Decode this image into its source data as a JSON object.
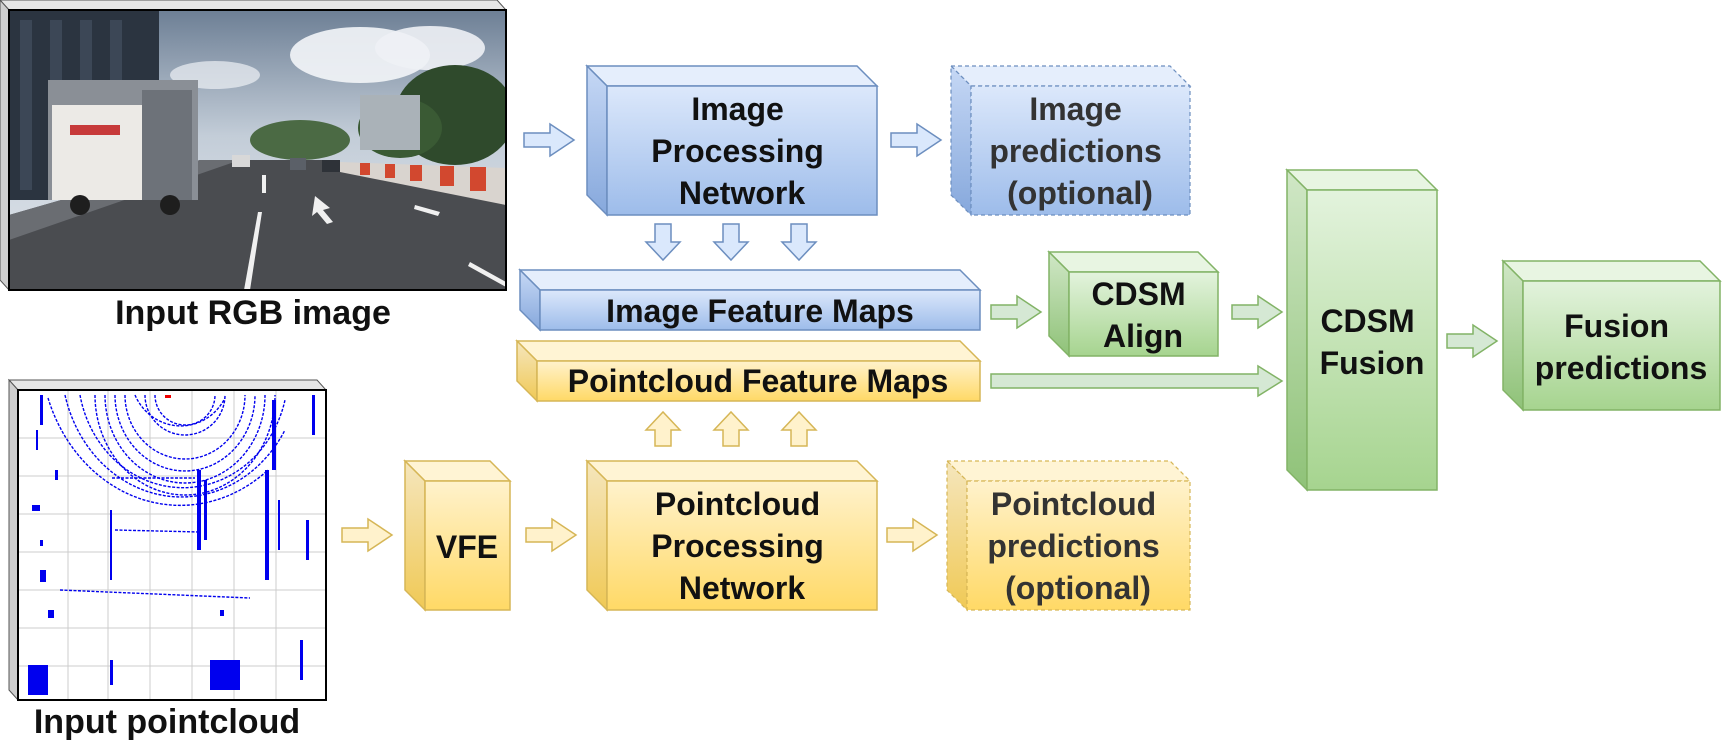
{
  "inputs": {
    "rgb_label": "Input RGB image",
    "pointcloud_label": "Input pointcloud"
  },
  "blocks": {
    "image_network": [
      "Image",
      "Processing",
      "Network"
    ],
    "image_predictions": [
      "Image",
      "predictions",
      "(optional)"
    ],
    "image_feature_maps": "Image Feature Maps",
    "pointcloud_feature_maps": "Pointcloud Feature Maps",
    "vfe": "VFE",
    "pointcloud_network": [
      "Pointcloud",
      "Processing",
      "Network"
    ],
    "pointcloud_predictions": [
      "Pointcloud",
      "predictions",
      "(optional)"
    ],
    "cdsm_align": [
      "CDSM",
      "Align"
    ],
    "cdsm_fusion": [
      "CDSM",
      "Fusion"
    ],
    "fusion_predictions": [
      "Fusion",
      "predictions"
    ]
  },
  "colors": {
    "blue_front_top": "#dce8fb",
    "blue_front_bottom": "#9dbcea",
    "blue_stroke": "#6c8ebf",
    "yellow_front_top": "#fff2cc",
    "yellow_front_bottom": "#ffd966",
    "yellow_stroke": "#d6b656",
    "green_front_top": "#e3f3dd",
    "green_front_bottom": "#a6d48f",
    "green_stroke": "#82b366",
    "pointcloud_dots": "#0000ee"
  }
}
